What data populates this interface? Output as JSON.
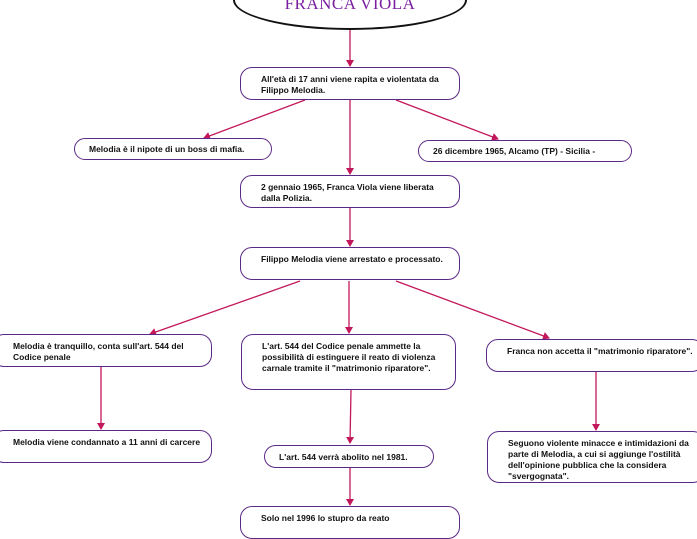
{
  "title": "FRANCA VIOLA",
  "colors": {
    "title_text": "#7b1fa2",
    "node_border": "#5b2a86",
    "connector": "#c2185b"
  },
  "nodes": {
    "n1": "All'età di 17 anni viene rapita e violentata da Filippo Melodia.",
    "n2": "Melodia è il nipote di un boss di mafia.",
    "n3": "26 dicembre 1965, Alcamo (TP) - Sicilia -",
    "n4": "2 gennaio 1965, Franca Viola viene liberata dalla Polizia.",
    "n5": "Filippo Melodia viene arrestato e processato.",
    "n6": "Melodia è tranquillo, conta sull'art. 544 del Codice penale",
    "n7": "L'art. 544 del Codice penale ammette la possibilità di estinguere il reato di violenza carnale tramite il \"matrimonio riparatore\".",
    "n8": "Franca non accetta il \"matrimonio riparatore\".",
    "n9": "Melodia viene condannato a 11 anni di carcere",
    "n10": "L'art. 544 verrà abolito nel 1981.",
    "n11": "Seguono violente minacce e intimidazioni da parte di Melodia, a cui si aggiunge l'ostilità dell'opinione pubblica che la considera \"svergognata\".",
    "n12": "Solo nel 1996 lo stupro da reato"
  }
}
